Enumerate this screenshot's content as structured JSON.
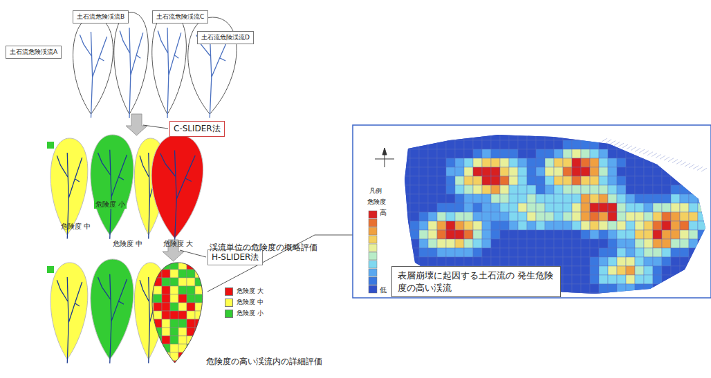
{
  "diagram": {
    "nodes": [
      {
        "text": [
          "土石流危険渓流A"
        ]
      },
      {
        "text": [
          "土石流危険渓流B"
        ]
      },
      {
        "text": [
          "土石流危険渓流C"
        ]
      },
      {
        "text": [
          "土石流危険渓流D"
        ]
      },
      {
        "text": [
          "C-SLIDER法"
        ]
      },
      {
        "text": [
          "H-SLIDER法"
        ]
      },
      {
        "text": [
          "表層崩壊に起因する土石流の 発生危険度の高い渓流"
        ]
      }
    ],
    "labels": [
      "危険度 小",
      "危険度 中",
      "危険度 中",
      "危険度 大",
      "渓流単位の危険度の概略評価",
      "危険度の高い渓流内の詳細評価",
      "凡例",
      "危険度",
      "高",
      "低"
    ],
    "legend": [
      {
        "text": "危険度 大",
        "color": "#ee1111"
      },
      {
        "text": "危険度 中",
        "color": "#ffff4d"
      },
      {
        "text": "危険度 小",
        "color": "#33cc33"
      }
    ]
  }
}
